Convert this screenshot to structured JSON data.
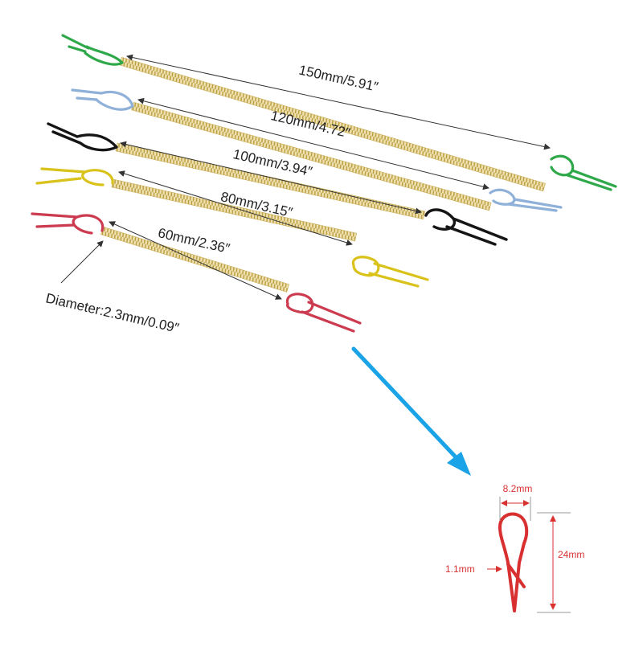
{
  "labels": {
    "l150": "150mm/5.91″",
    "l120": "120mm/4.72″",
    "l100": "100mm/3.94″",
    "l80": "80mm/3.15″",
    "l60": "60mm/2.36″",
    "diameter": "Diameter:2.3mm/0.09″"
  },
  "detail": {
    "width": "8.2mm",
    "wire": "1.1mm",
    "height": "24mm"
  },
  "colors": {
    "green": "#2fa84a",
    "blue": "#8fb0d8",
    "black": "#151515",
    "yellow": "#d9c21a",
    "red": "#cc3b4f",
    "spring": "#d8c06a",
    "arrow": "#1aa3e6",
    "dim_red": "#d93030"
  }
}
